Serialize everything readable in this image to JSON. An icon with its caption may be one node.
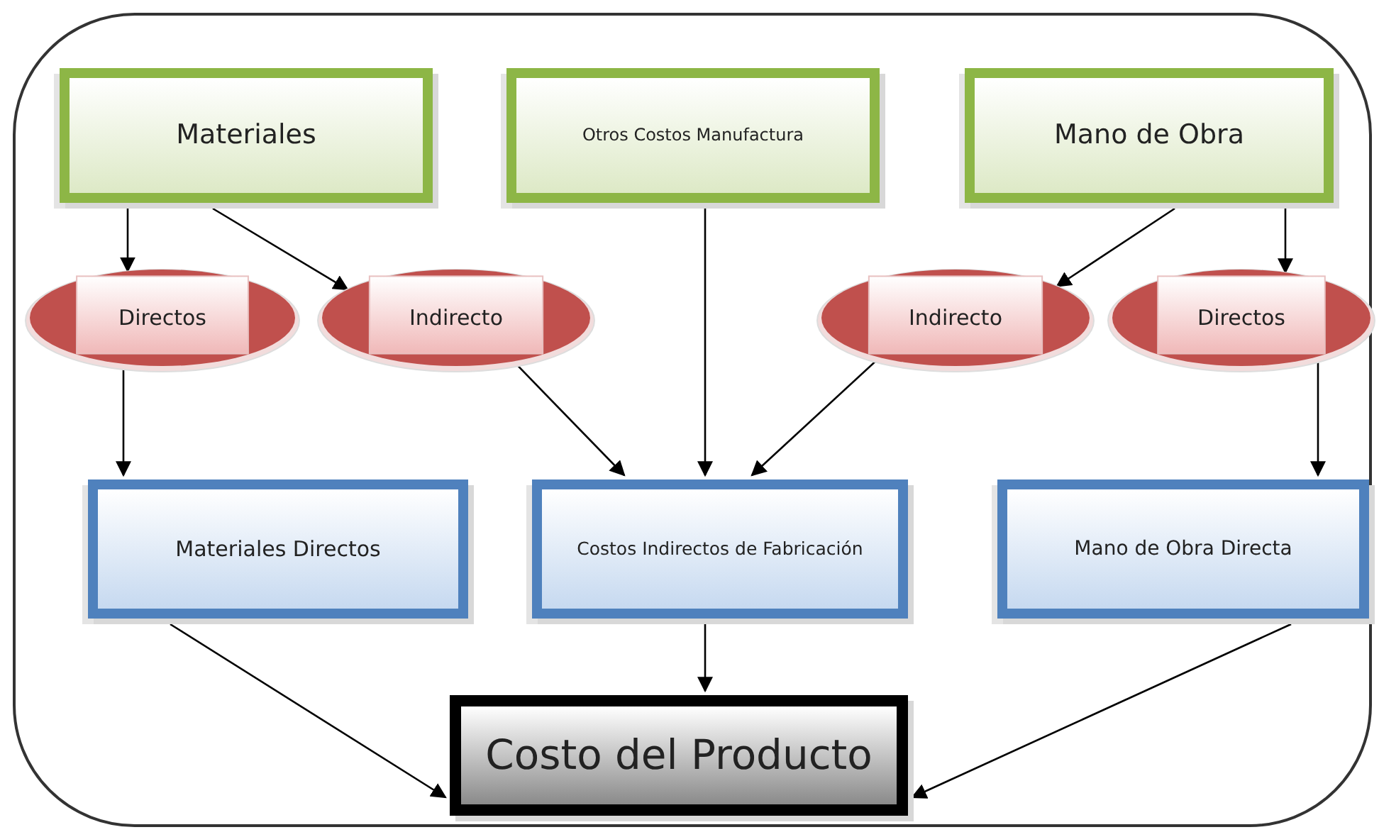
{
  "diagram": {
    "nodes": [
      {
        "text": [
          "Materiales"
        ]
      },
      {
        "text": [
          "Otros Costos Manufactura"
        ]
      },
      {
        "text": [
          "Mano de Obra"
        ]
      },
      {
        "text": [
          "Directos"
        ]
      },
      {
        "text": [
          "Indirecto"
        ]
      },
      {
        "text": [
          "Indirecto"
        ]
      },
      {
        "text": [
          "Directos"
        ]
      },
      {
        "text": [
          "Materiales Directos"
        ]
      },
      {
        "text": [
          "Costos Indirectos de Fabricación"
        ]
      },
      {
        "text": [
          "Mano de Obra Directa"
        ]
      },
      {
        "text": [
          "Costo del Producto"
        ]
      }
    ],
    "edges": [
      {
        "from": 0,
        "to": 3,
        "arrow": "to"
      },
      {
        "from": 0,
        "to": 4,
        "arrow": "to"
      },
      {
        "from": 1,
        "to": 8,
        "arrow": "to"
      },
      {
        "from": 2,
        "to": 5,
        "arrow": "to"
      },
      {
        "from": 2,
        "to": 6,
        "arrow": "to"
      },
      {
        "from": 3,
        "to": 7,
        "arrow": "to"
      },
      {
        "from": 4,
        "to": 8,
        "arrow": "to"
      },
      {
        "from": 5,
        "to": 8,
        "arrow": "to"
      },
      {
        "from": 6,
        "to": 9,
        "arrow": "to"
      },
      {
        "from": 7,
        "to": 10,
        "arrow": "to"
      },
      {
        "from": 8,
        "to": 10,
        "arrow": "to"
      },
      {
        "from": 9,
        "to": 10,
        "arrow": "to"
      }
    ]
  }
}
